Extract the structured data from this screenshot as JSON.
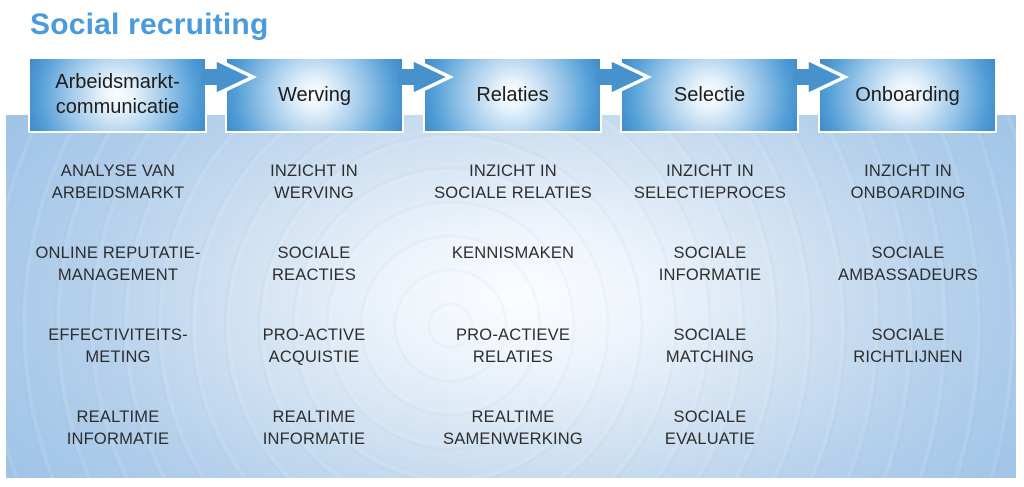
{
  "title": "Social recruiting",
  "colors": {
    "title_blue": "#4a9ade",
    "box_blue": "#4791cd",
    "box_edge_blue": "#3e8bc9",
    "panel_blue": "#a3c6e8",
    "arrow_outline": "#ffffff",
    "text_dark": "#2d2d2d"
  },
  "stages": [
    {
      "label": [
        "Arbeidsmarkt-",
        "communicatie"
      ],
      "items": [
        [
          "ANALYSE VAN",
          "ARBEIDSMARKT"
        ],
        [
          "ONLINE REPUTATIE-",
          "MANAGEMENT"
        ],
        [
          "EFFECTIVITEITS-",
          "METING"
        ],
        [
          "REALTIME",
          "INFORMATIE"
        ]
      ]
    },
    {
      "label": [
        "Werving"
      ],
      "items": [
        [
          "INZICHT IN",
          "WERVING"
        ],
        [
          "SOCIALE",
          "REACTIES"
        ],
        [
          "PRO-ACTIVE",
          "ACQUISTIE"
        ],
        [
          "REALTIME",
          "INFORMATIE"
        ]
      ]
    },
    {
      "label": [
        "Relaties"
      ],
      "items": [
        [
          "INZICHT IN",
          "SOCIALE RELATIES"
        ],
        [
          "KENNISMAKEN"
        ],
        [
          "PRO-ACTIEVE",
          "RELATIES"
        ],
        [
          "REALTIME",
          "SAMENWERKING"
        ]
      ]
    },
    {
      "label": [
        "Selectie"
      ],
      "items": [
        [
          "INZICHT IN",
          "SELECTIEPROCES"
        ],
        [
          "SOCIALE",
          "INFORMATIE"
        ],
        [
          "SOCIALE",
          "MATCHING"
        ],
        [
          "SOCIALE",
          "EVALUATIE"
        ]
      ]
    },
    {
      "label": [
        "Onboarding"
      ],
      "items": [
        [
          "INZICHT IN",
          "ONBOARDING"
        ],
        [
          "SOCIALE",
          "AMBASSADEURS"
        ],
        [
          "SOCIALE",
          "RICHTLIJNEN"
        ],
        []
      ]
    }
  ]
}
